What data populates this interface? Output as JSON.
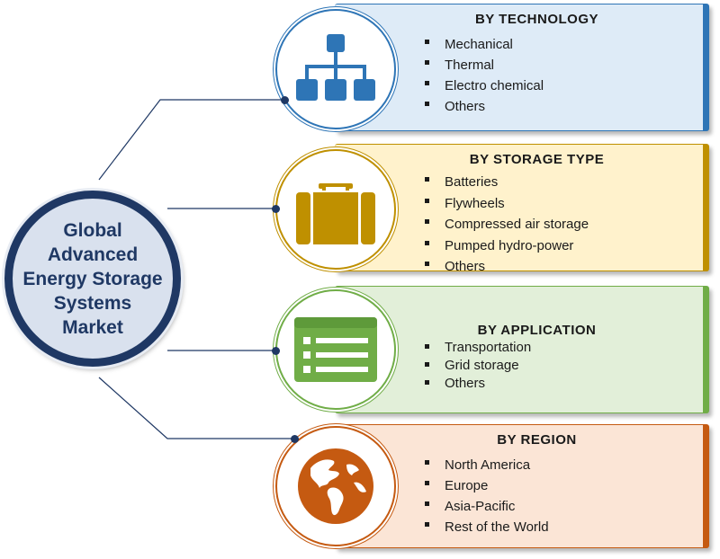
{
  "main": {
    "title": "Global\nAdvanced\nEnergy Storage\nSystems\nMarket"
  },
  "segments": [
    {
      "title": "BY TECHNOLOGY",
      "icon": "hierarchy-icon",
      "accent": "#2e75b6",
      "fill": "#deebf7",
      "items": [
        "Mechanical",
        "Thermal",
        "Electro chemical",
        "Others"
      ]
    },
    {
      "title": "BY STORAGE TYPE",
      "icon": "briefcase-icon",
      "accent": "#bf9000",
      "fill": "#fff2cc",
      "items": [
        "Batteries",
        "Flywheels",
        "Compressed air storage",
        "Pumped hydro-power",
        "Others"
      ]
    },
    {
      "title": "BY APPLICATION",
      "icon": "list-icon",
      "accent": "#70ad47",
      "fill": "#e2efd9",
      "items": [
        "Transportation",
        "Grid storage",
        "Others"
      ]
    },
    {
      "title": "BY REGION",
      "icon": "globe-icon",
      "accent": "#c55a11",
      "fill": "#fbe5d6",
      "items": [
        "North America",
        "Europe",
        "Asia-Pacific",
        "Rest of the World"
      ]
    }
  ]
}
